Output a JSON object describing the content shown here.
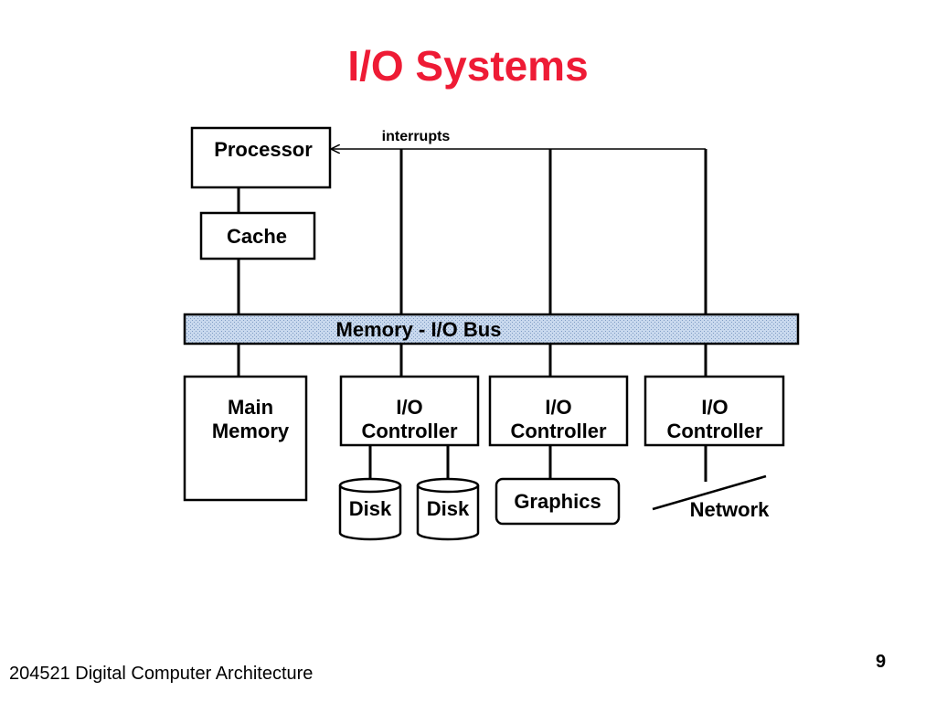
{
  "title": "I/O Systems",
  "diagram": {
    "processor": "Processor",
    "cache": "Cache",
    "interrupts": "interrupts",
    "bus": "Memory - I/O Bus",
    "main_memory": [
      "Main",
      "Memory"
    ],
    "io_controller": [
      "I/O",
      "Controller"
    ],
    "disk": "Disk",
    "graphics": "Graphics",
    "network": "Network"
  },
  "footer": {
    "course": "204521 Digital Computer Architecture",
    "page": "9"
  },
  "colors": {
    "title": "#ee1b35",
    "bus_fill": "#c9d9ee"
  }
}
